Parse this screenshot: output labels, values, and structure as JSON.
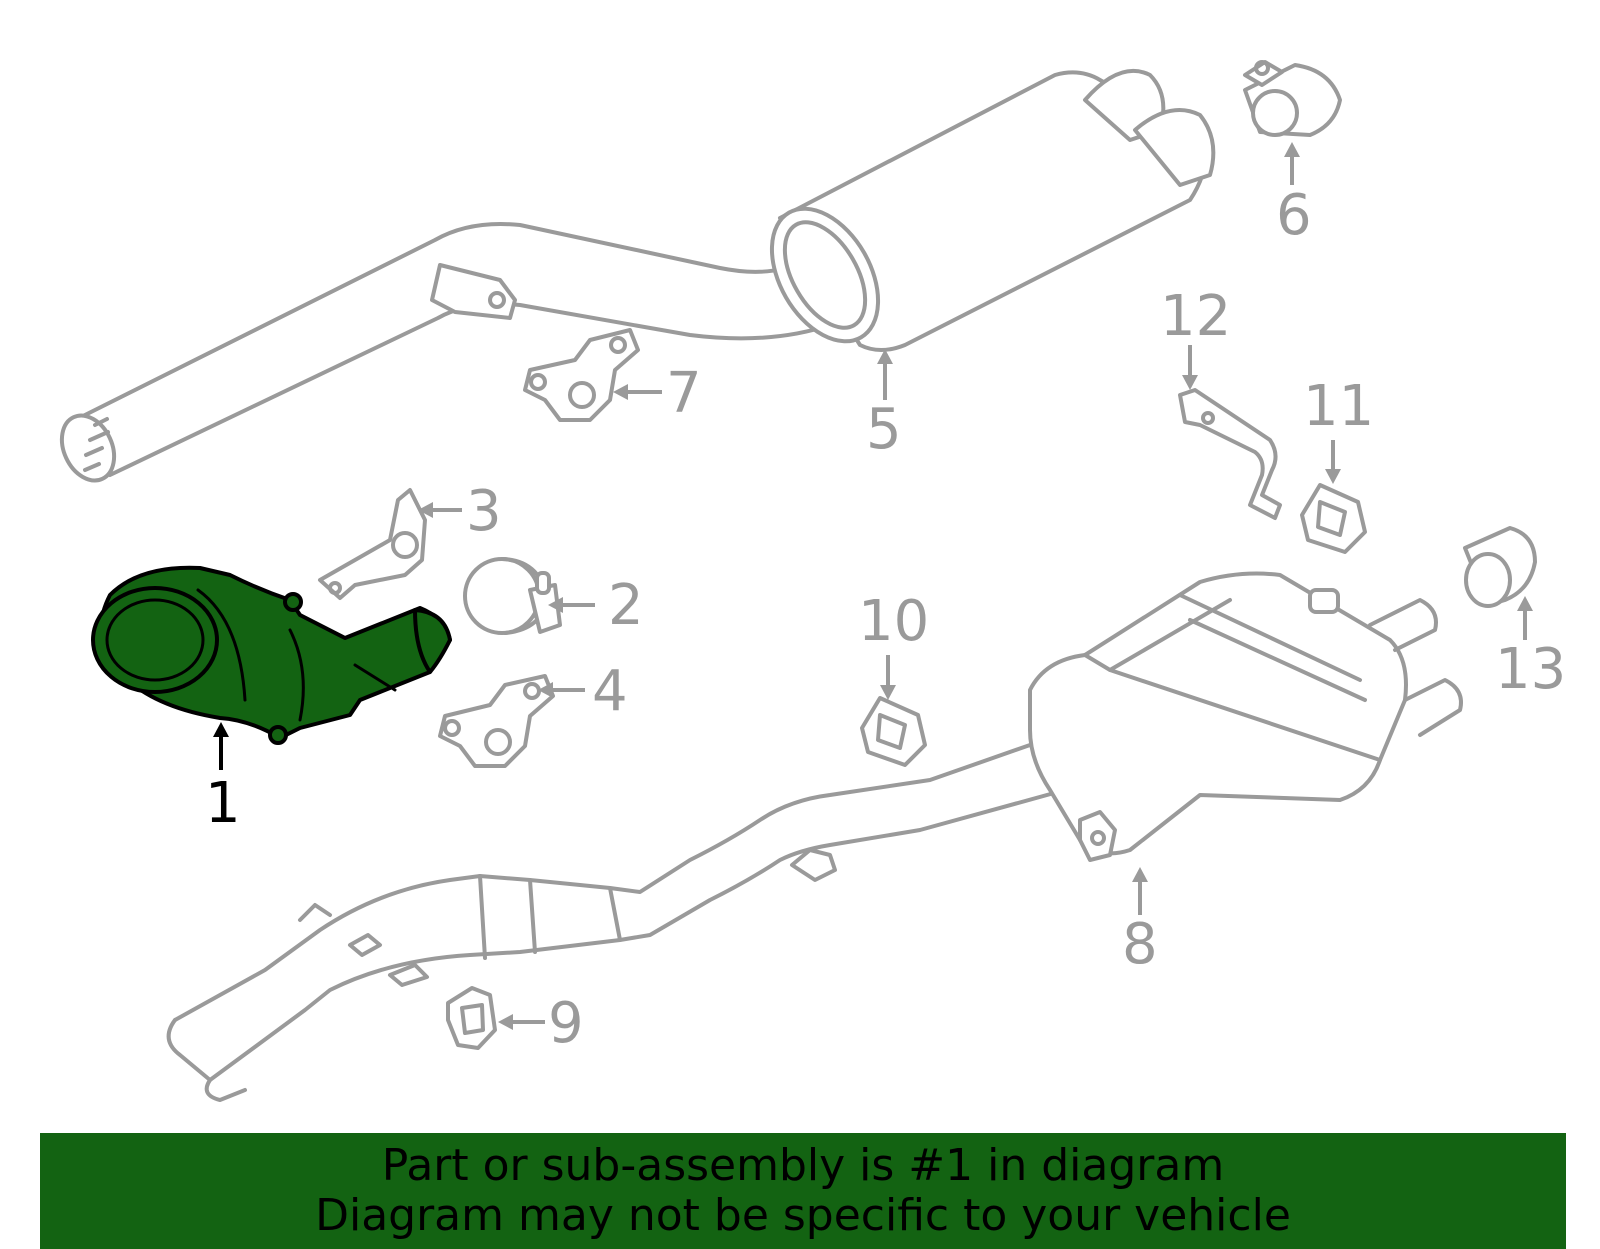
{
  "colors": {
    "highlight": "#136312",
    "outline": "#9a9a9a",
    "banner_bg": "#136312",
    "text_dark": "#000000"
  },
  "diagram": {
    "callouts": [
      {
        "id": "1",
        "label": "1",
        "highlighted": true
      },
      {
        "id": "2",
        "label": "2"
      },
      {
        "id": "3",
        "label": "3"
      },
      {
        "id": "4",
        "label": "4"
      },
      {
        "id": "5",
        "label": "5"
      },
      {
        "id": "6",
        "label": "6"
      },
      {
        "id": "7",
        "label": "7"
      },
      {
        "id": "8",
        "label": "8"
      },
      {
        "id": "9",
        "label": "9"
      },
      {
        "id": "10",
        "label": "10"
      },
      {
        "id": "11",
        "label": "11"
      },
      {
        "id": "12",
        "label": "12"
      },
      {
        "id": "13",
        "label": "13"
      }
    ]
  },
  "banner": {
    "line1": "Part or sub-assembly is #1 in diagram",
    "line2": "Diagram may not be specific to your vehicle"
  }
}
